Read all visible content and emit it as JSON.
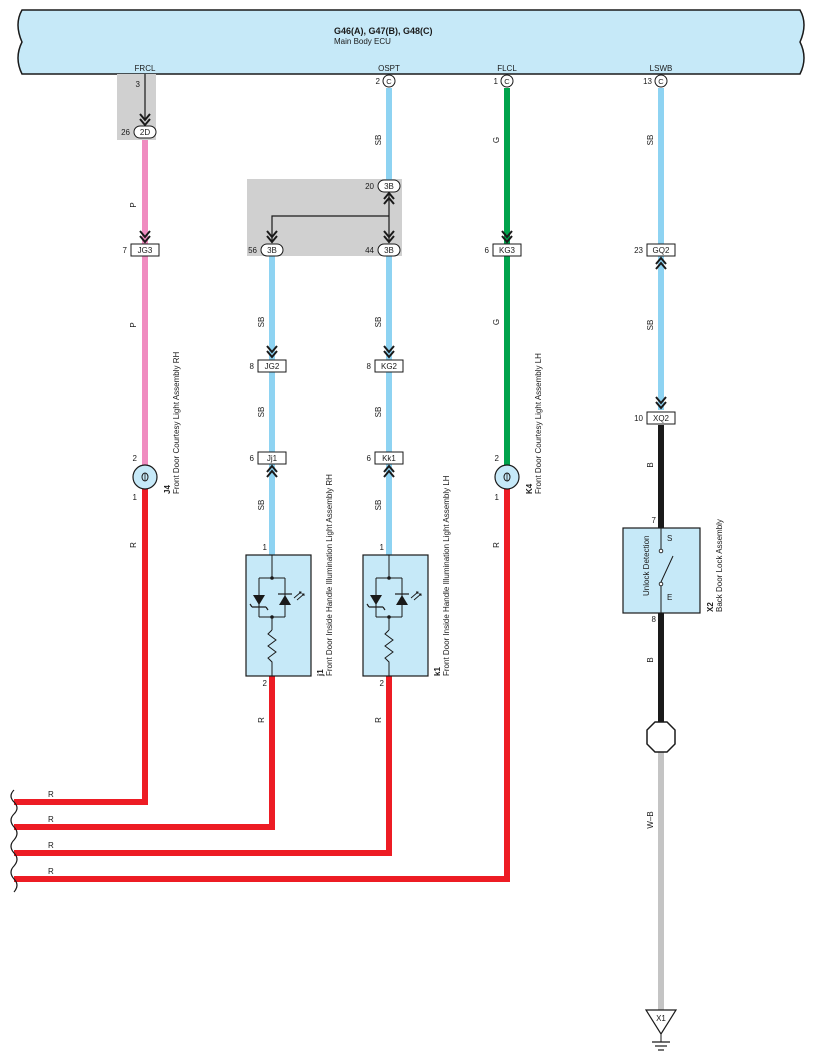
{
  "ecu": {
    "connectors": "G46(A), G47(B), G48(C)",
    "name": "Main Body ECU",
    "pins": [
      {
        "signal": "FRCL",
        "pin": "3",
        "letter": ""
      },
      {
        "signal": "OSPT",
        "pin": "2",
        "letter": "C"
      },
      {
        "signal": "FLCL",
        "pin": "1",
        "letter": "C"
      },
      {
        "signal": "LSWB",
        "pin": "13",
        "letter": "C"
      }
    ]
  },
  "connectors": [
    {
      "id": "2D",
      "pin": "26"
    },
    {
      "id": "3B",
      "pin": "20"
    },
    {
      "id": "3B",
      "pin": "56"
    },
    {
      "id": "3B",
      "pin": "44"
    },
    {
      "id": "JG3",
      "pin": "7"
    },
    {
      "id": "KG3",
      "pin": "6"
    },
    {
      "id": "GQ2",
      "pin": "23"
    },
    {
      "id": "JG2",
      "pin": "8"
    },
    {
      "id": "KG2",
      "pin": "8"
    },
    {
      "id": "XQ2",
      "pin": "10"
    },
    {
      "id": "Jj1",
      "pin": "6"
    },
    {
      "id": "Kk1",
      "pin": "6"
    }
  ],
  "wire_colors": {
    "P": "#f08cc0",
    "SB": "#8ed3f2",
    "G": "#00a34c",
    "B": "#1a1a1a",
    "R": "#ed1c24",
    "W-B": "#9a9a9a"
  },
  "wire_labels": [
    "P",
    "SB",
    "G",
    "B",
    "R",
    "W–B"
  ],
  "components": {
    "j4": {
      "code": "J4",
      "name": "Front Door Courtesy Light Assembly RH",
      "pin_top": "2",
      "pin_bottom": "1"
    },
    "k4": {
      "code": "K4",
      "name": "Front Door Courtesy Light Assembly LH",
      "pin_top": "2",
      "pin_bottom": "1"
    },
    "j1": {
      "code": "j1",
      "name": "Front Door Inside Handle Illumination Light Assembly RH",
      "pin_top": "1",
      "pin_bottom": "2"
    },
    "k1": {
      "code": "k1",
      "name": "Front Door Inside Handle Illumination Light Assembly LH",
      "pin_top": "1",
      "pin_bottom": "2"
    },
    "x2": {
      "code": "X2",
      "name": "Back Door Lock Assembly",
      "pin_top": "7",
      "pin_bottom": "8",
      "switch_label": "Unlock Detection",
      "term_s": "S",
      "term_e": "E"
    }
  },
  "ground": {
    "id": "X1"
  },
  "continuation_label": "R"
}
